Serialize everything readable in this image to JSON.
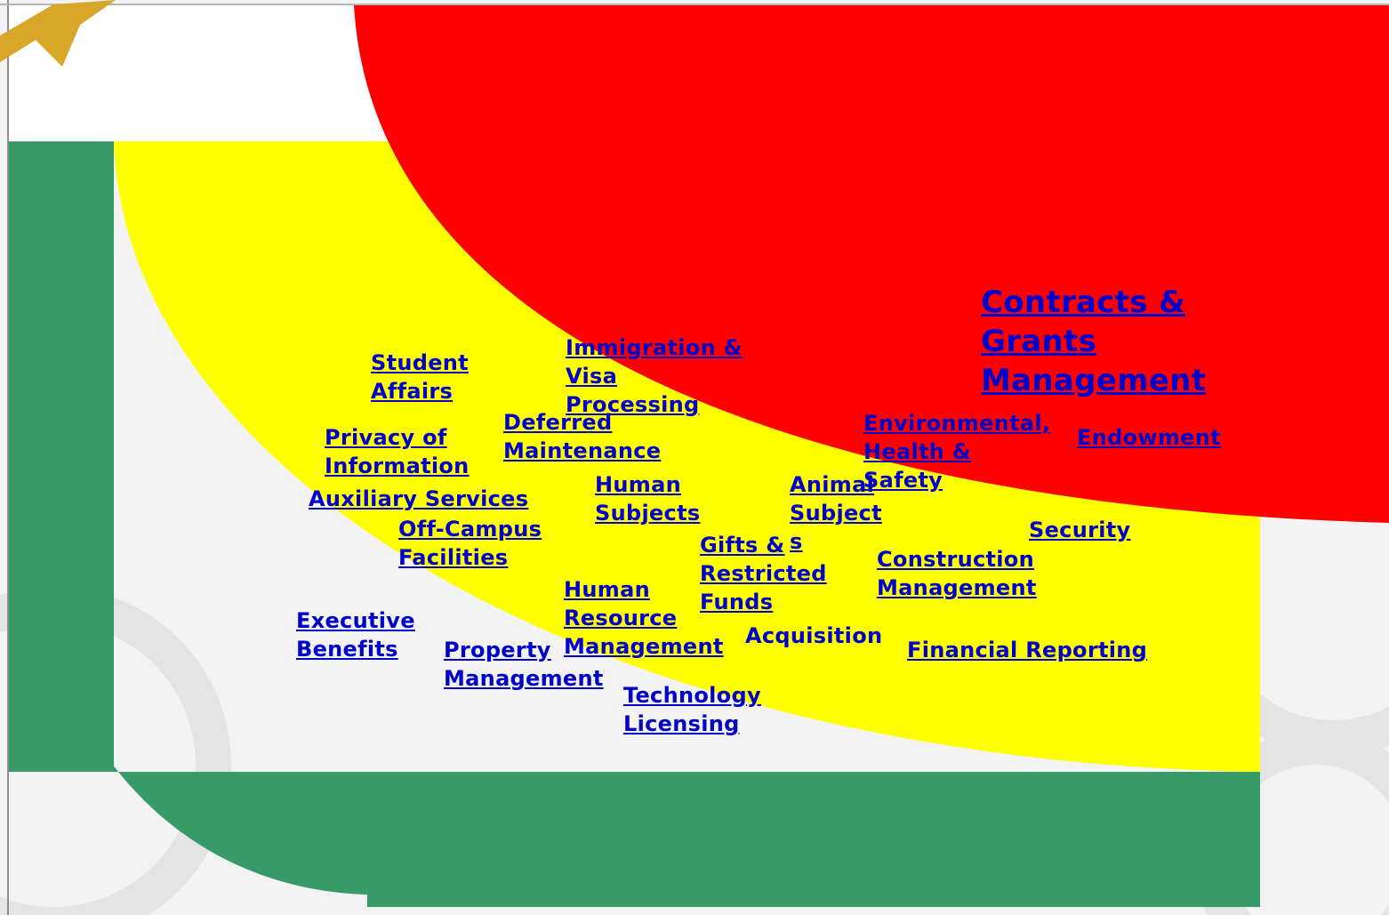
{
  "colors": {
    "background": "#f3f3f3",
    "watermark": "#e4e4e4",
    "green_zone": "#379b69",
    "yellow_zone": "#ffff00",
    "red_zone": "#ff0000",
    "link": "#0000cc",
    "logo": "#d8a628"
  },
  "logo": {
    "icon": "gold-star-logo-icon"
  },
  "links": {
    "contracts_grants": "Contracts &\nGrants\nManagement",
    "immigration": "Immigration &\nVisa\nProcessing",
    "student_affairs": "Student\nAffairs",
    "deferred_maintenance": "Deferred\nMaintenance",
    "privacy": "Privacy of\nInformation",
    "environmental": "Environmental,\nHealth &\nSafety",
    "endowment": "Endowment",
    "auxiliary": "Auxiliary Services",
    "human_subjects": "Human\nSubjects",
    "animal_subjects": "Animal\nSubject\ns",
    "off_campus": "Off-Campus\nFacilities",
    "gifts": "Gifts &\nRestricted\nFunds",
    "security": "Security",
    "construction": "Construction\nManagement",
    "hrm": "Human\nResource\nManagement",
    "executive": "Executive\nBenefits",
    "property": "Property\nManagement",
    "financial": "Financial Reporting",
    "technology": "Technology\nLicensing"
  },
  "labels": {
    "acquisition": "Acquisition"
  }
}
